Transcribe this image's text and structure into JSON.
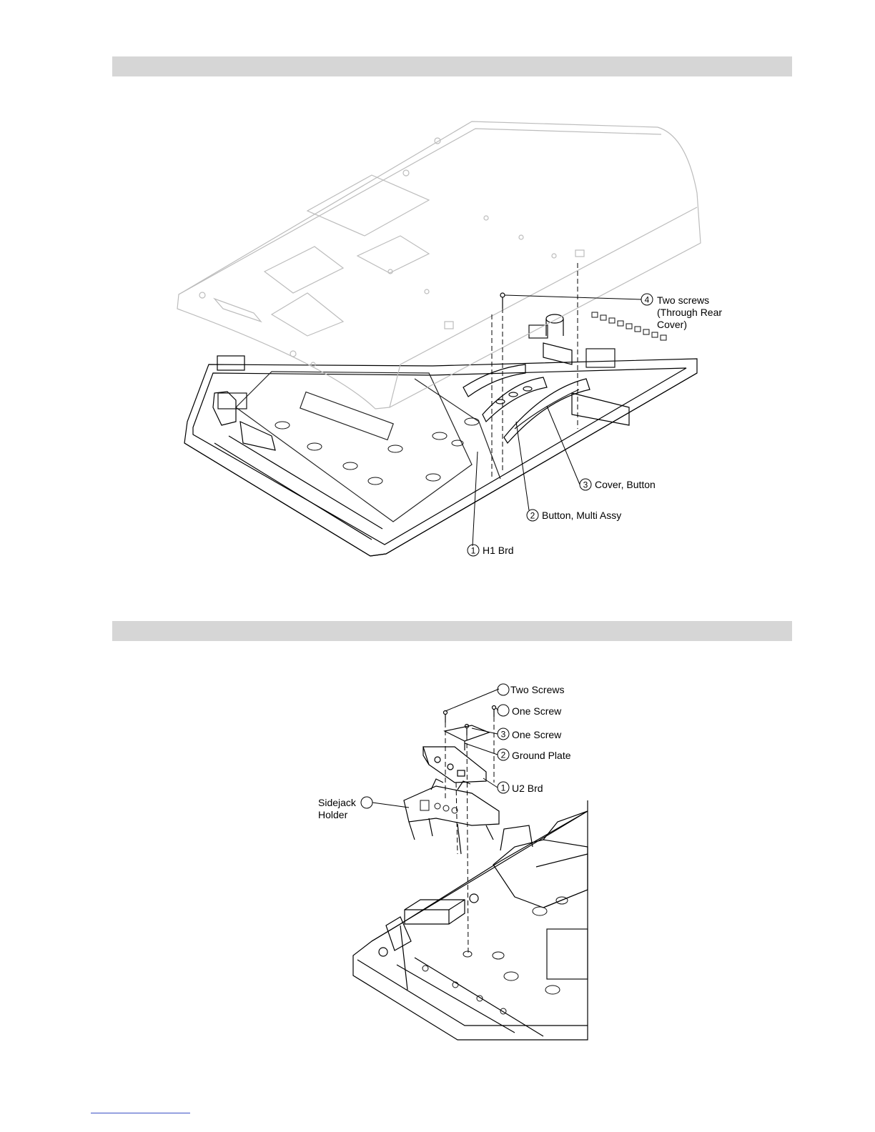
{
  "figure1": {
    "callouts": [
      {
        "num": "4",
        "lines": [
          "Two screws",
          "(Through Rear",
          "Cover)"
        ]
      },
      {
        "num": "3",
        "lines": [
          "Cover, Button"
        ]
      },
      {
        "num": "2",
        "lines": [
          "Button, Multi Assy"
        ]
      },
      {
        "num": "1",
        "lines": [
          "H1 Brd"
        ]
      }
    ]
  },
  "figure2": {
    "callouts": [
      {
        "num": "",
        "lines": [
          "Two Screws"
        ]
      },
      {
        "num": "",
        "lines": [
          "One Screw"
        ]
      },
      {
        "num": "3",
        "lines": [
          "One Screw"
        ]
      },
      {
        "num": "2",
        "lines": [
          "Ground Plate"
        ]
      },
      {
        "num": "1",
        "lines": [
          "U2 Brd"
        ]
      },
      {
        "num": "",
        "lines": [
          "Sidejack",
          "Holder"
        ]
      }
    ]
  },
  "colors": {
    "section_bar": "#d6d6d6",
    "link_line": "#3a4fc4"
  }
}
